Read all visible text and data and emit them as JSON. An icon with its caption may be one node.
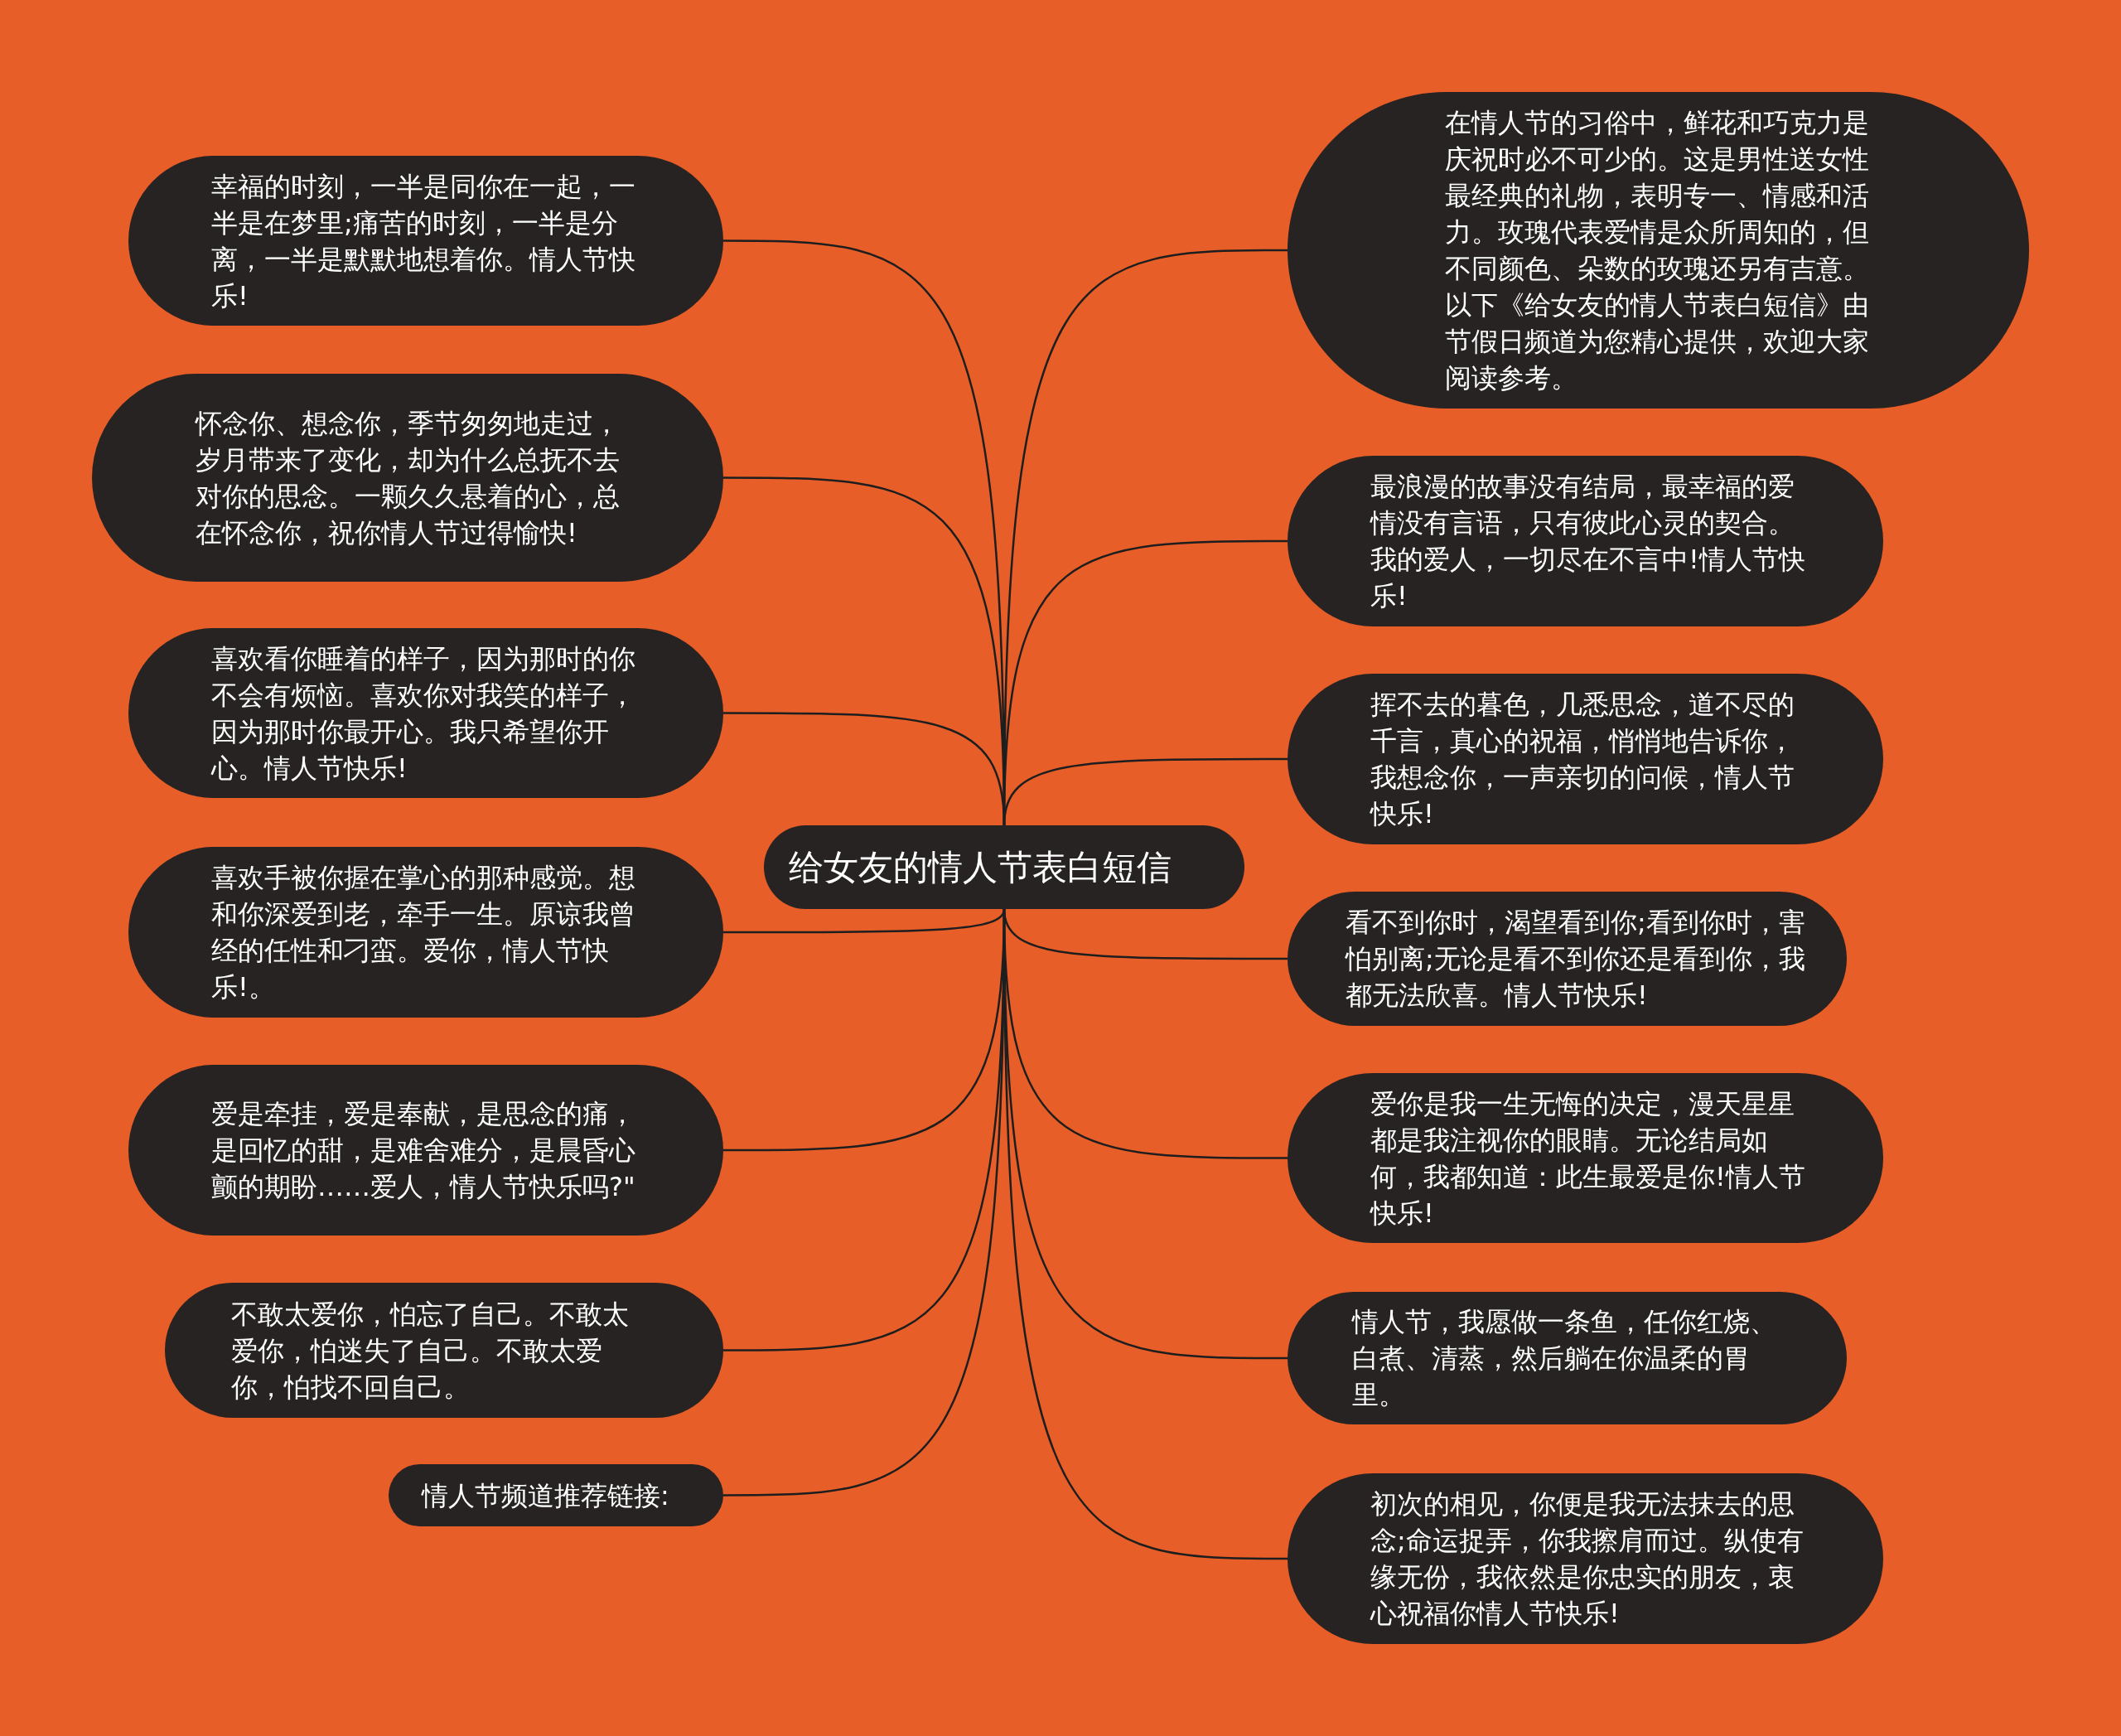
{
  "diagram": {
    "nodes": [
      {
        "text": [
          "给女友的情人节表白短信"
        ]
      },
      {
        "text": [
          "幸福的时刻，一半是同你在一起，一半是在梦里;痛苦的时刻，一半是分离，一半是默默地想着你。情人节快乐!"
        ]
      },
      {
        "text": [
          "怀念你、想念你，季节匆匆地走过，岁月带来了变化，却为什么总抚不去对你的思念。一颗久久悬着的心，总在怀念你，祝你情人节过得愉快!"
        ]
      },
      {
        "text": [
          "喜欢看你睡着的样子，因为那时的你不会有烦恼。喜欢你对我笑的样子，因为那时你最开心。我只希望你开心。情人节快乐!"
        ]
      },
      {
        "text": [
          "喜欢手被你握在掌心的那种感觉。想和你深爱到老，牵手一生。原谅我曾经的任性和刁蛮。爱你，情人节快乐!。"
        ]
      },
      {
        "text": [
          "爱是牵挂，爱是奉献，是思念的痛，是回忆的甜，是难舍难分，是晨昏心颤的期盼……爱人，情人节快乐吗?\""
        ]
      },
      {
        "text": [
          "不敢太爱你，怕忘了自己。不敢太爱你，怕迷失了自己。不敢太爱你，怕找不回自己。"
        ]
      },
      {
        "text": [
          "情人节频道推荐链接:"
        ]
      },
      {
        "text": [
          "在情人节的习俗中，鲜花和巧克力是庆祝时必不可少的。这是男性送女性最经典的礼物，表明专一、情感和活力。玫瑰代表爱情是众所周知的，但不同颜色、朵数的玫瑰还另有吉意。以下《给女友的情人节表白短信》由节假日频道为您精心提供，欢迎大家阅读参考。"
        ]
      },
      {
        "text": [
          "最浪漫的故事没有结局，最幸福的爱情没有言语，只有彼此心灵的契合。我的爱人，一切尽在不言中!情人节快乐!"
        ]
      },
      {
        "text": [
          "挥不去的暮色，几悉思念，道不尽的千言，真心的祝福，悄悄地告诉你，我想念你，一声亲切的问候，情人节快乐!"
        ]
      },
      {
        "text": [
          "看不到你时，渴望看到你;看到你时，害怕别离;无论是看不到你还是看到你，我都无法欣喜。情人节快乐!"
        ]
      },
      {
        "text": [
          "爱你是我一生无悔的决定，漫天星星都是我注视你的眼睛。无论结局如何，我都知道：此生最爱是你!情人节快乐!"
        ]
      },
      {
        "text": [
          "情人节，我愿做一条鱼，任你红烧、白煮、清蒸，然后躺在你温柔的胃里。"
        ]
      },
      {
        "text": [
          "初次的相见，你便是我无法抹去的思念;命运捉弄，你我擦肩而过。纵使有缘无份，我依然是你忠实的朋友，衷心祝福你情人节快乐!"
        ]
      }
    ],
    "edges": [
      {
        "from": 0,
        "to": 1,
        "arrow": "none"
      },
      {
        "from": 0,
        "to": 2,
        "arrow": "none"
      },
      {
        "from": 0,
        "to": 3,
        "arrow": "none"
      },
      {
        "from": 0,
        "to": 4,
        "arrow": "none"
      },
      {
        "from": 0,
        "to": 5,
        "arrow": "none"
      },
      {
        "from": 0,
        "to": 6,
        "arrow": "none"
      },
      {
        "from": 0,
        "to": 7,
        "arrow": "none"
      },
      {
        "from": 0,
        "to": 8,
        "arrow": "none"
      },
      {
        "from": 0,
        "to": 9,
        "arrow": "none"
      },
      {
        "from": 0,
        "to": 10,
        "arrow": "none"
      },
      {
        "from": 0,
        "to": 11,
        "arrow": "none"
      },
      {
        "from": 0,
        "to": 12,
        "arrow": "none"
      },
      {
        "from": 0,
        "to": 13,
        "arrow": "none"
      },
      {
        "from": 0,
        "to": 14,
        "arrow": "none"
      }
    ]
  }
}
